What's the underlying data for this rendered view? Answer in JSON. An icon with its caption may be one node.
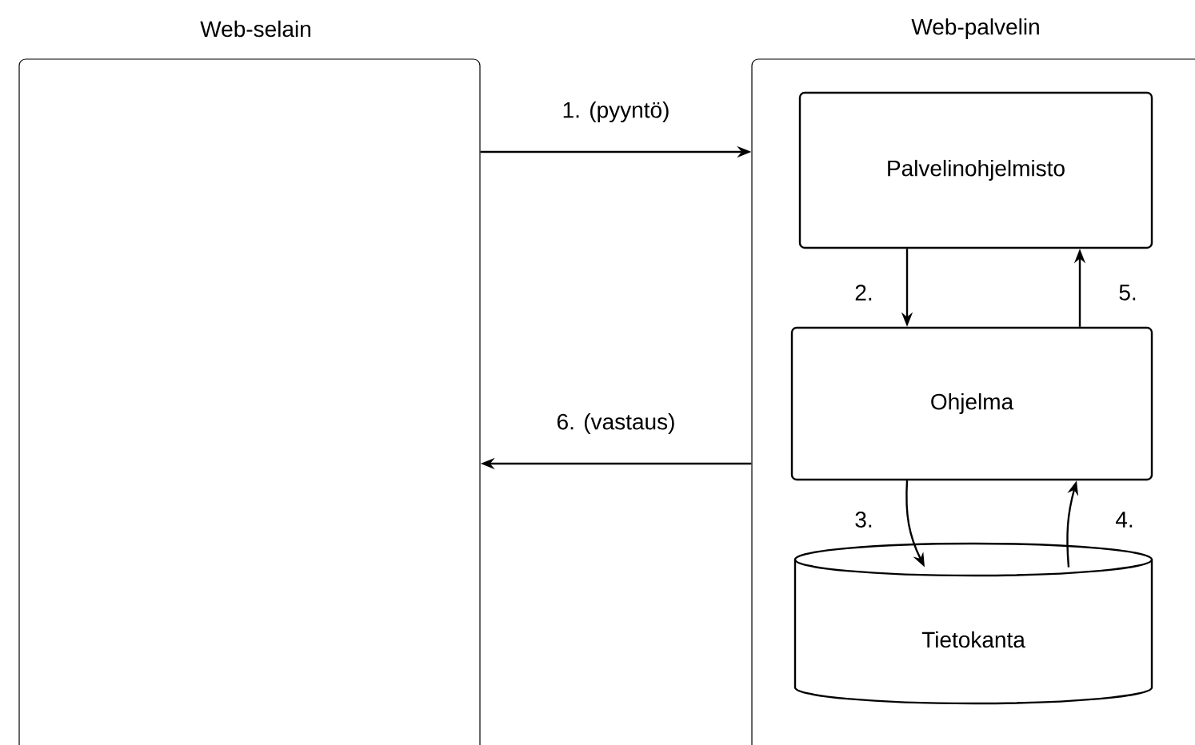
{
  "diagram": {
    "nodes": [
      {
        "text": [
          "Web-selain"
        ]
      },
      {
        "text": [
          "Web-palvelin"
        ]
      },
      {
        "text": [
          "Palvelinohjelmisto"
        ],
        "in": 1
      },
      {
        "text": [
          "Ohjelma"
        ],
        "in": 1
      },
      {
        "text": [
          "Tietokanta"
        ],
        "in": 1
      }
    ],
    "edges": [
      {
        "from": 0,
        "to": 1,
        "arrow": "to",
        "label": "1. (pyyntö)"
      },
      {
        "from": 2,
        "to": 3,
        "arrow": "to",
        "label": "2."
      },
      {
        "from": 3,
        "to": 4,
        "arrow": "to",
        "label": "3."
      },
      {
        "from": 4,
        "to": 3,
        "arrow": "to",
        "label": "4."
      },
      {
        "from": 3,
        "to": 2,
        "arrow": "to",
        "label": "5."
      },
      {
        "from": 1,
        "to": 0,
        "arrow": "to",
        "label": "6. (vastaus)"
      }
    ]
  }
}
